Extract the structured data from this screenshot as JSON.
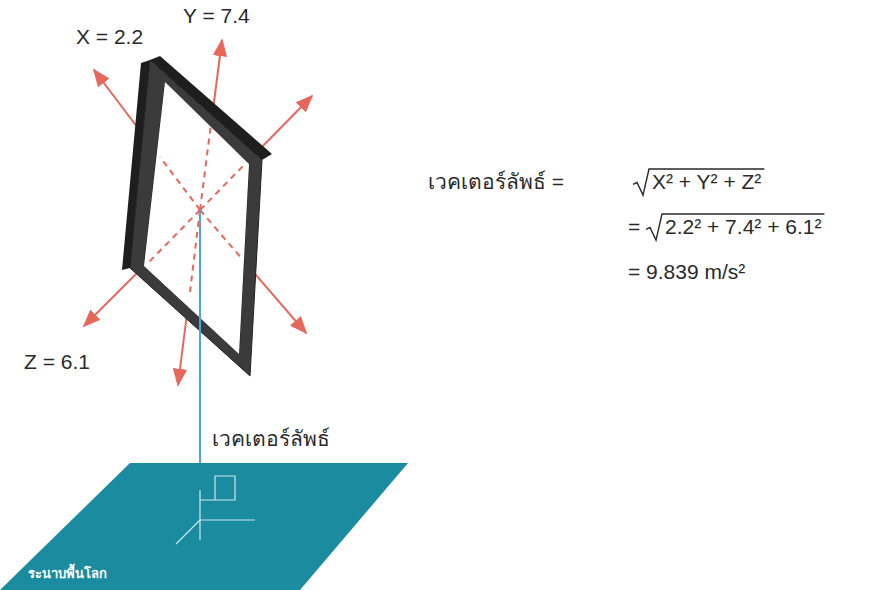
{
  "diagram": {
    "nodes": [
      {
        "text": [
          "ระนาบพื้นโลก"
        ]
      }
    ],
    "labels": [
      "Y = 7.4",
      "X = 2.2",
      "Z = 6.1",
      "เวคเตอร์ลัพธ์",
      "เวคเตอร์ลัพธ์ =",
      "X² + Y² + Z²",
      "=",
      "2.2² + 7.4² + 6.1²",
      "= 9.839 m/s²"
    ]
  }
}
